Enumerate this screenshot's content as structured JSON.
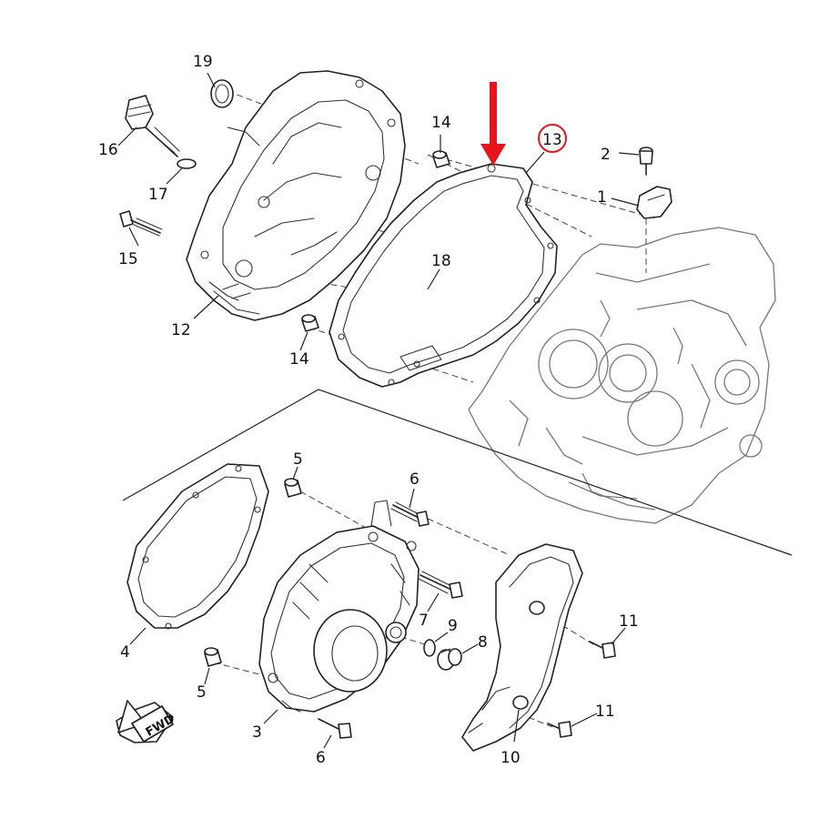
{
  "diagram": {
    "labels": {
      "l19": "19",
      "l16": "16",
      "l17": "17",
      "l15": "15",
      "l12": "12",
      "l14a": "14",
      "l14b": "14",
      "l18": "18",
      "l13": "13",
      "l2": "2",
      "l1": "1",
      "l5a": "5",
      "l6a": "6",
      "l4": "4",
      "l7": "7",
      "l9": "9",
      "l8": "8",
      "l11a": "11",
      "l5b": "5",
      "l3": "3",
      "l6b": "6",
      "l11b": "11",
      "l10": "10"
    },
    "fwd": "FWD",
    "colors": {
      "arrow": "#e8141c",
      "highlight_circle": "#e8141c",
      "line": "#222222"
    }
  }
}
